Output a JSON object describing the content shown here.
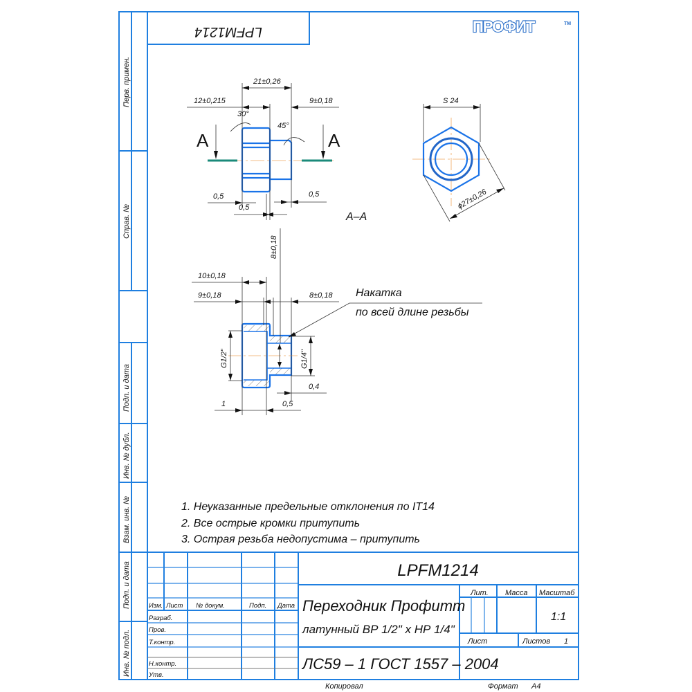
{
  "drawing": {
    "top_code_mirrored": "LPFM1214",
    "logo": {
      "text": "ПРОФИТ",
      "tm": "TM"
    },
    "side_stamps": [
      "Перв. примен.",
      "Справ. №",
      "Подп. и дата",
      "Инв. № дубл.",
      "Взам. инв. №",
      "Подп. и дата",
      "Инв. № подл."
    ],
    "section_marker": "A",
    "section_label": "A–A",
    "dimensions": {
      "total_length": "21±0,26",
      "hex_length": "12±0,215",
      "spigot_length": "9±0,18",
      "chamfer_30": "30°",
      "chamfer_45": "45°",
      "chamfer_left": "0,5",
      "chamfer_mid": "0,5",
      "chamfer_right": "0,5",
      "across_flats": "S 24",
      "across_corners": "ϕ27±0,26",
      "sec_vertical": "8±0,18",
      "sec_bore_depth": "10±0,18",
      "sec_thread_depth": "9±0,18",
      "sec_spigot": "8±0,18",
      "thread_big": "G1/2\"",
      "thread_small": "G1/4\"",
      "sec_chamfer_04": "0,4",
      "sec_chamfer_1": "1",
      "sec_chamfer_05": "0,5"
    },
    "leader_note": [
      "Накатка",
      "по всей длине резьбы"
    ],
    "notes": [
      "1. Неуказанные предельные отклонения по IT14",
      "2. Все острые кромки притупить",
      "3. Острая резьба недопустима – притупить"
    ]
  },
  "title_block": {
    "code": "LPFM1214",
    "name_line1": "Переходник Профитт",
    "name_line2": "латунный ВР 1/2\" х НР 1/4\"",
    "material": "ЛС59 – 1 ГОСТ 1557 – 2004",
    "headers": {
      "izm": "Изм.",
      "list": "Лист",
      "doc": "№ докум.",
      "sign": "Подп.",
      "date": "Дата"
    },
    "roles": [
      "Разраб.",
      "Пров.",
      "Т.контр.",
      "",
      "Н.контр.",
      "Утв."
    ],
    "lit": "Лит.",
    "mass": "Масса",
    "scale_label": "Масштаб",
    "scale": "1:1",
    "sheet": "Лист",
    "sheets_label": "Листов",
    "sheets": "1",
    "copied": "Копировал",
    "format_label": "Формат",
    "format": "A4"
  }
}
